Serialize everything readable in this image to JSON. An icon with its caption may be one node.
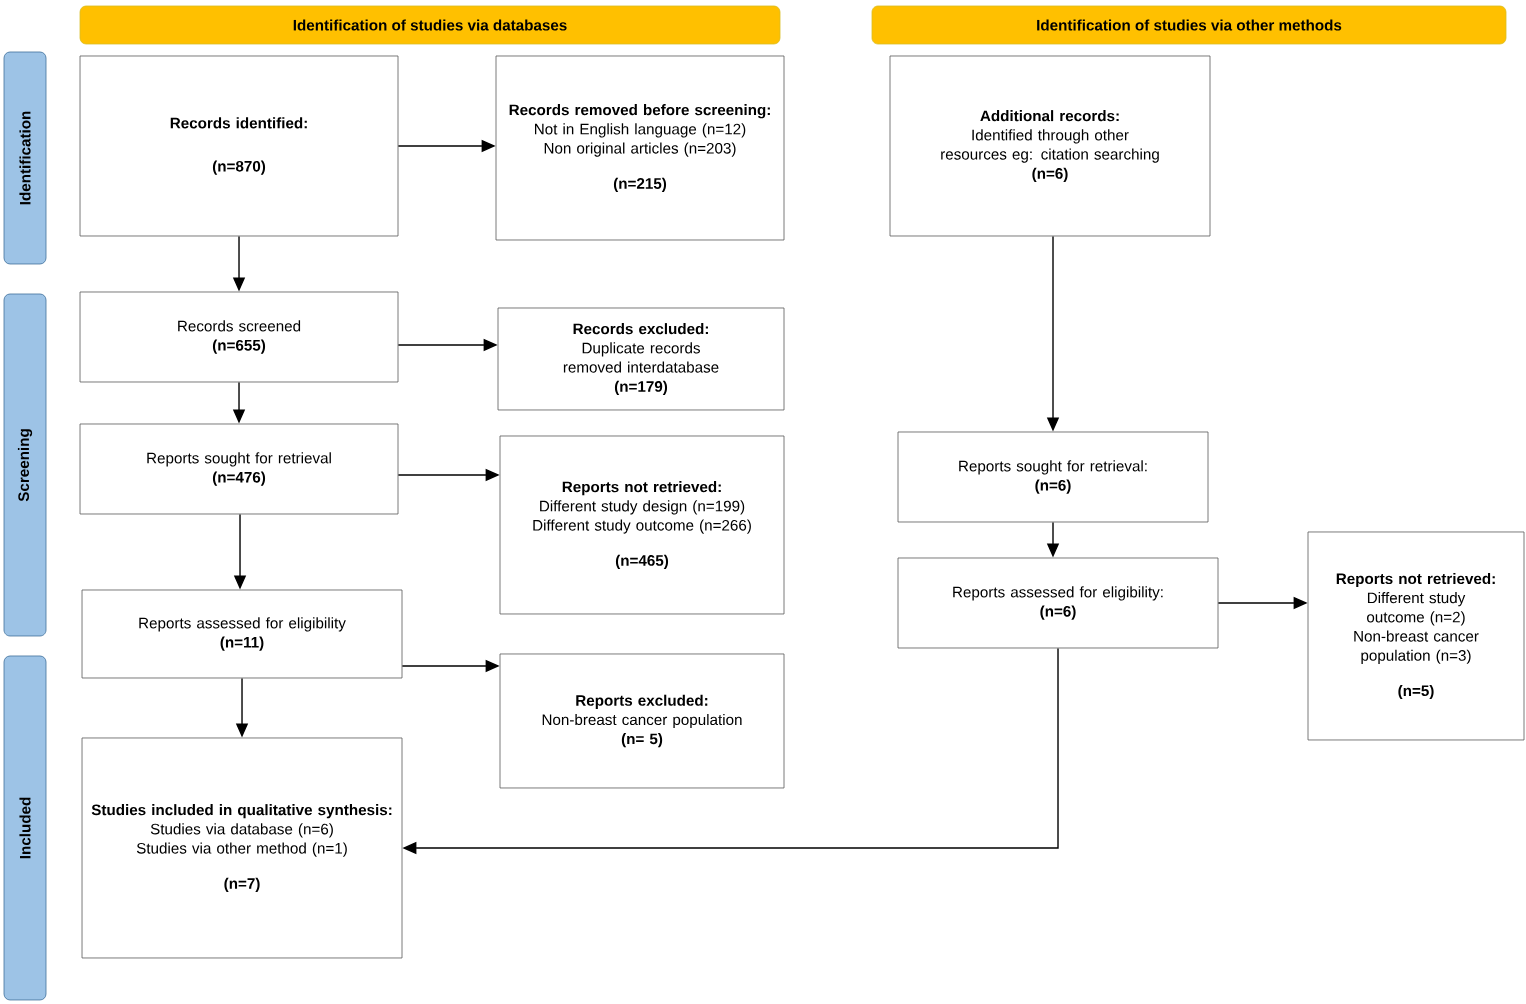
{
  "diagram": {
    "nodes": [
      {
        "text": [
          "Identification of studies via databases"
        ]
      },
      {
        "text": [
          "Identification of studies via other methods"
        ]
      },
      {
        "text": [
          "Identification"
        ]
      },
      {
        "text": [
          "Screening"
        ]
      },
      {
        "text": [
          "Included"
        ]
      },
      {
        "text": [
          "Records identified:",
          "(n=870)"
        ]
      },
      {
        "text": [
          "Records removed before screening:",
          "Not in English language (n=12)",
          "Non original articles (n=203)",
          "(n=215)"
        ]
      },
      {
        "text": [
          "Records screened",
          "(n=655)"
        ]
      },
      {
        "text": [
          "Records excluded:",
          "Duplicate records removed interdatabase",
          "(n=179)"
        ]
      },
      {
        "text": [
          "Reports sought for retrieval",
          "(n=476)"
        ]
      },
      {
        "text": [
          "Reports not retrieved:",
          "Different study design (n=199)",
          "Different study outcome (n=266)",
          "(n=465)"
        ]
      },
      {
        "text": [
          "Reports assessed for eligibility",
          "(n=11)"
        ]
      },
      {
        "text": [
          "Reports excluded:",
          "Non-breast cancer population",
          "(n= 5)"
        ]
      },
      {
        "text": [
          "Studies included in qualitative synthesis:",
          "Studies via database (n=6)",
          "Studies via other method (n=1)",
          "(n=7)"
        ]
      },
      {
        "text": [
          "Additional records:",
          "Identified through other resources eg: citation searching",
          "(n=6)"
        ]
      },
      {
        "text": [
          "Reports sought for retrieval:",
          "(n=6)"
        ]
      },
      {
        "text": [
          "Reports assessed for eligibility:",
          "(n=6)"
        ]
      },
      {
        "text": [
          "Reports not retrieved:",
          "Different study outcome (n=2)",
          "Non-breast cancer population (n=3)",
          "(n=5)"
        ]
      }
    ],
    "edges": [
      {
        "from": 5,
        "to": 6,
        "arrow": "to"
      },
      {
        "from": 5,
        "to": 7,
        "arrow": "to"
      },
      {
        "from": 7,
        "to": 8,
        "arrow": "to"
      },
      {
        "from": 7,
        "to": 9,
        "arrow": "to"
      },
      {
        "from": 9,
        "to": 10,
        "arrow": "to"
      },
      {
        "from": 9,
        "to": 11,
        "arrow": "to"
      },
      {
        "from": 11,
        "to": 12,
        "arrow": "to"
      },
      {
        "from": 11,
        "to": 13,
        "arrow": "to"
      },
      {
        "from": 14,
        "to": 15,
        "arrow": "to"
      },
      {
        "from": 15,
        "to": 16,
        "arrow": "to"
      },
      {
        "from": 16,
        "to": 17,
        "arrow": "to"
      },
      {
        "from": 16,
        "to": 13,
        "arrow": "to"
      }
    ]
  }
}
